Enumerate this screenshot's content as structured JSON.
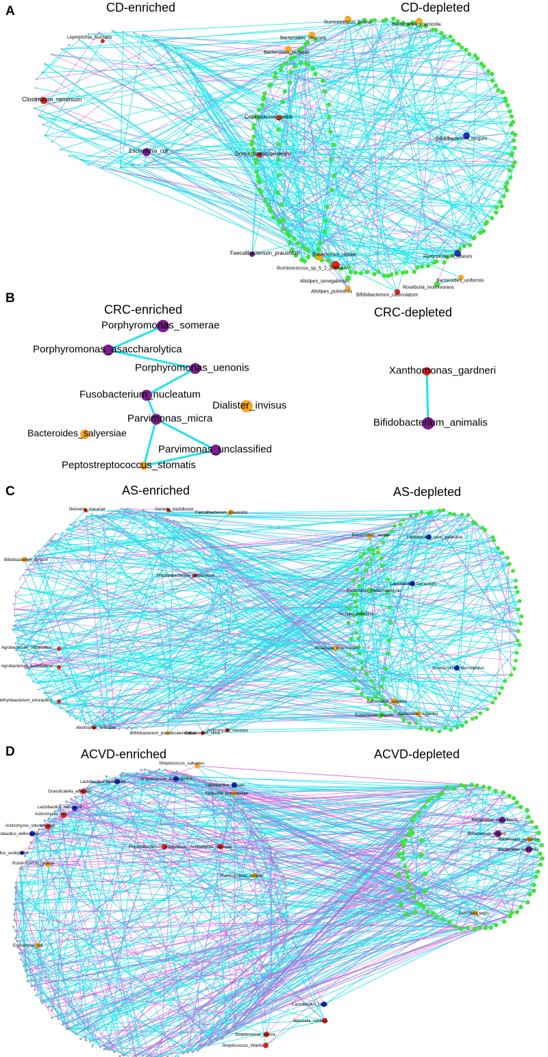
{
  "colors": {
    "edge_positive": "#1fe3ea",
    "edge_negative": "#d94fd6",
    "red": "#e0231c",
    "purple": "#7a1f8a",
    "orange": "#f5a623",
    "blue": "#1f2fbf",
    "green": "#3fe33a",
    "grey": "#9a9a9a"
  },
  "panels": [
    {
      "letter": "A",
      "titles": [
        "CD-enriched",
        "CD-depleted"
      ],
      "labeled_nodes": [
        {
          "label": "Leptotrichia_buccalis",
          "color": "red"
        },
        {
          "label": "Clostridium_ramosum",
          "color": "red"
        },
        {
          "label": "Escherichia_coli",
          "color": "purple"
        },
        {
          "label": "Ruminococcus_bromii",
          "color": "orange"
        },
        {
          "label": "Bacteroides_coprocola",
          "color": "orange"
        },
        {
          "label": "Bacteroides_stercoris",
          "color": "orange"
        },
        {
          "label": "Bacteroides_plebeius",
          "color": "orange"
        },
        {
          "label": "Coprococcus_catus",
          "color": "red"
        },
        {
          "label": "Dorea_formicigenerans",
          "color": "red"
        },
        {
          "label": "Bifidobacterium_longum",
          "color": "blue"
        },
        {
          "label": "Faecalibacterium_prausnitzii",
          "color": "purple"
        },
        {
          "label": "Eubacterium_rectale",
          "color": "orange"
        },
        {
          "label": "Ruminococcus_sp_5_1_39BFAA",
          "color": "red"
        },
        {
          "label": "Ruminococcus_obeum",
          "color": "blue"
        },
        {
          "label": "Alistipes_senegalensis",
          "color": "green"
        },
        {
          "label": "Alistipes_putredinis",
          "color": "orange"
        },
        {
          "label": "Roseburia_inulinivorans",
          "color": "green"
        },
        {
          "label": "Bacteroides_uniformis",
          "color": "orange"
        },
        {
          "label": "Bifidobacterium_catenulatum",
          "color": "red"
        }
      ]
    },
    {
      "letter": "B",
      "titles": [
        "CRC-enriched",
        "CRC-depleted"
      ],
      "labeled_nodes": [
        {
          "label": "Porphyromonas_somerae",
          "color": "purple"
        },
        {
          "label": "Porphyromonas_asaccharolytica",
          "color": "purple"
        },
        {
          "label": "Porphyromonas_uenonis",
          "color": "purple"
        },
        {
          "label": "Fusobacterium_nucleatum",
          "color": "purple"
        },
        {
          "label": "Dialister_invisus",
          "color": "orange"
        },
        {
          "label": "Parvimonas_micra",
          "color": "purple"
        },
        {
          "label": "Bacteroides_salyersiae",
          "color": "orange"
        },
        {
          "label": "Parvimonas_unclassified",
          "color": "purple"
        },
        {
          "label": "Peptostreptococcus_stomatis",
          "color": "orange"
        },
        {
          "label": "Xanthomonas_gardneri",
          "color": "red"
        },
        {
          "label": "Bifidobacterium_animalis",
          "color": "purple"
        }
      ]
    },
    {
      "letter": "C",
      "titles": [
        "AS-enriched",
        "AS-depleted"
      ],
      "labeled_nodes": [
        {
          "label": "Neisseria_macacae",
          "color": "red"
        },
        {
          "label": "Gemella_morbillorum",
          "color": "red"
        },
        {
          "label": "Faecalibacterium_prausnitzii",
          "color": "orange"
        },
        {
          "label": "Bifidobacterium_longum",
          "color": "orange"
        },
        {
          "label": "Propionibacterium_propionicum",
          "color": "red"
        },
        {
          "label": "Agrobacterium_tumefaciens",
          "color": "red"
        },
        {
          "label": "Agrobacterium_unclassified",
          "color": "red"
        },
        {
          "label": "Methylobacterium_extorquens",
          "color": "red"
        },
        {
          "label": "Abiotrophia_defectiva",
          "color": "red"
        },
        {
          "label": "Bifidobacterium_pseudocatenulatum",
          "color": "orange"
        },
        {
          "label": "Oribacterium_sinus",
          "color": "red"
        },
        {
          "label": "Actinomyces_viscosus",
          "color": "red"
        },
        {
          "label": "Eubacterium_rectale",
          "color": "orange"
        },
        {
          "label": "Lactobacillus_casei_paracasei",
          "color": "blue"
        },
        {
          "label": "Lactobacillus_fermentum",
          "color": "blue"
        },
        {
          "label": "Bacteroides_thetaiotaomicron",
          "color": "green"
        },
        {
          "label": "Alistipes_putredinis",
          "color": "green"
        },
        {
          "label": "Roseburia_inulinivorans",
          "color": "orange"
        },
        {
          "label": "Streptococcus_thermophilus",
          "color": "blue"
        },
        {
          "label": "Bacteroides_vulgatus",
          "color": "orange"
        },
        {
          "label": "Eubacterium_eligens",
          "color": "green"
        },
        {
          "label": "Bacteroides_eggerthii",
          "color": "orange"
        }
      ]
    },
    {
      "letter": "D",
      "titles": [
        "ACVD-enriched",
        "ACVD-depleted"
      ],
      "labeled_nodes": [
        {
          "label": "Streptococcus_salivarius",
          "color": "orange"
        },
        {
          "label": "Lactobacillus_fermentum",
          "color": "blue"
        },
        {
          "label": "Streptococcus_thermophilus",
          "color": "blue"
        },
        {
          "label": "Lactobacillus_gasseri",
          "color": "blue"
        },
        {
          "label": "Granulicatella_adiacens",
          "color": "red"
        },
        {
          "label": "Klebsiella_pneumoniae",
          "color": "orange"
        },
        {
          "label": "Lactobacillus_helveticus",
          "color": "blue"
        },
        {
          "label": "Actinomyces_oris",
          "color": "red"
        },
        {
          "label": "Actinomyces_odontolyticus",
          "color": "red"
        },
        {
          "label": "Lactobacillus_delbrueckii",
          "color": "blue"
        },
        {
          "label": "Propionibacterium_propionicum",
          "color": "red"
        },
        {
          "label": "Actinomyces_georgiae",
          "color": "red"
        },
        {
          "label": "Lactobacillus_acidophilus",
          "color": "blue"
        },
        {
          "label": "Ruminococcus_gnavus",
          "color": "orange"
        },
        {
          "label": "Ruminococcus_torques",
          "color": "orange"
        },
        {
          "label": "Escherichia_coli",
          "color": "orange"
        },
        {
          "label": "Lactobacillus_lactis",
          "color": "blue"
        },
        {
          "label": "Weissella_confusa",
          "color": "red"
        },
        {
          "label": "Streptococcus_parora",
          "color": "red"
        },
        {
          "label": "Streptococcus_infantis",
          "color": "red"
        },
        {
          "label": "Bacteroides_massiliensis",
          "color": "purple"
        },
        {
          "label": "Eubacterium_eligens",
          "color": "purple"
        },
        {
          "label": "Bacteroides_vulgatus",
          "color": "orange"
        },
        {
          "label": "Bacteroides_uniformis",
          "color": "purple"
        },
        {
          "label": "Prevotella_copri",
          "color": "orange"
        }
      ]
    }
  ]
}
